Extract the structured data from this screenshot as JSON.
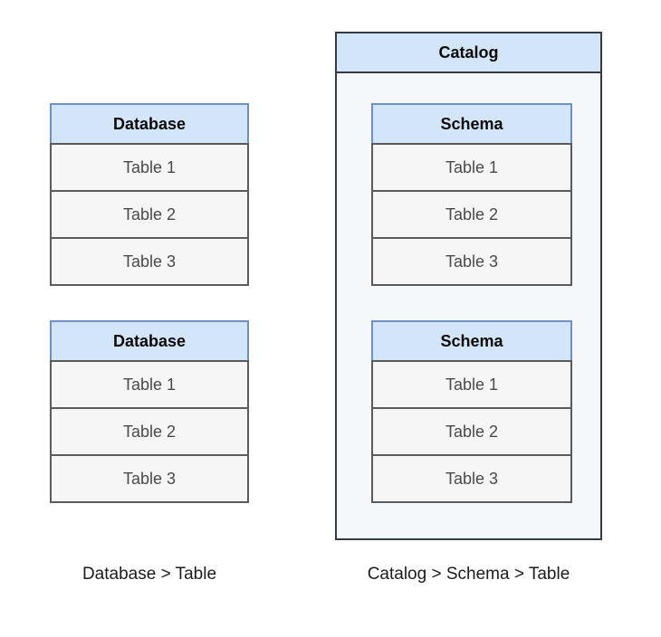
{
  "left_panel": {
    "boxes": [
      {
        "header": "Database",
        "rows": [
          "Table 1",
          "Table 2",
          "Table 3"
        ]
      },
      {
        "header": "Database",
        "rows": [
          "Table 1",
          "Table 2",
          "Table 3"
        ]
      }
    ],
    "caption": "Database > Table"
  },
  "right_panel": {
    "container_header": "Catalog",
    "boxes": [
      {
        "header": "Schema",
        "rows": [
          "Table 1",
          "Table 2",
          "Table 3"
        ]
      },
      {
        "header": "Schema",
        "rows": [
          "Table 1",
          "Table 2",
          "Table 3"
        ]
      }
    ],
    "caption": "Catalog > Schema > Table"
  },
  "colors": {
    "header_fill": "#d3e5f9",
    "header_border": "#6e90c4",
    "row_fill": "#f6f6f6",
    "row_border": "#5b5b5b",
    "container_border": "#343b46",
    "container_fill": "#f5f8fb"
  }
}
